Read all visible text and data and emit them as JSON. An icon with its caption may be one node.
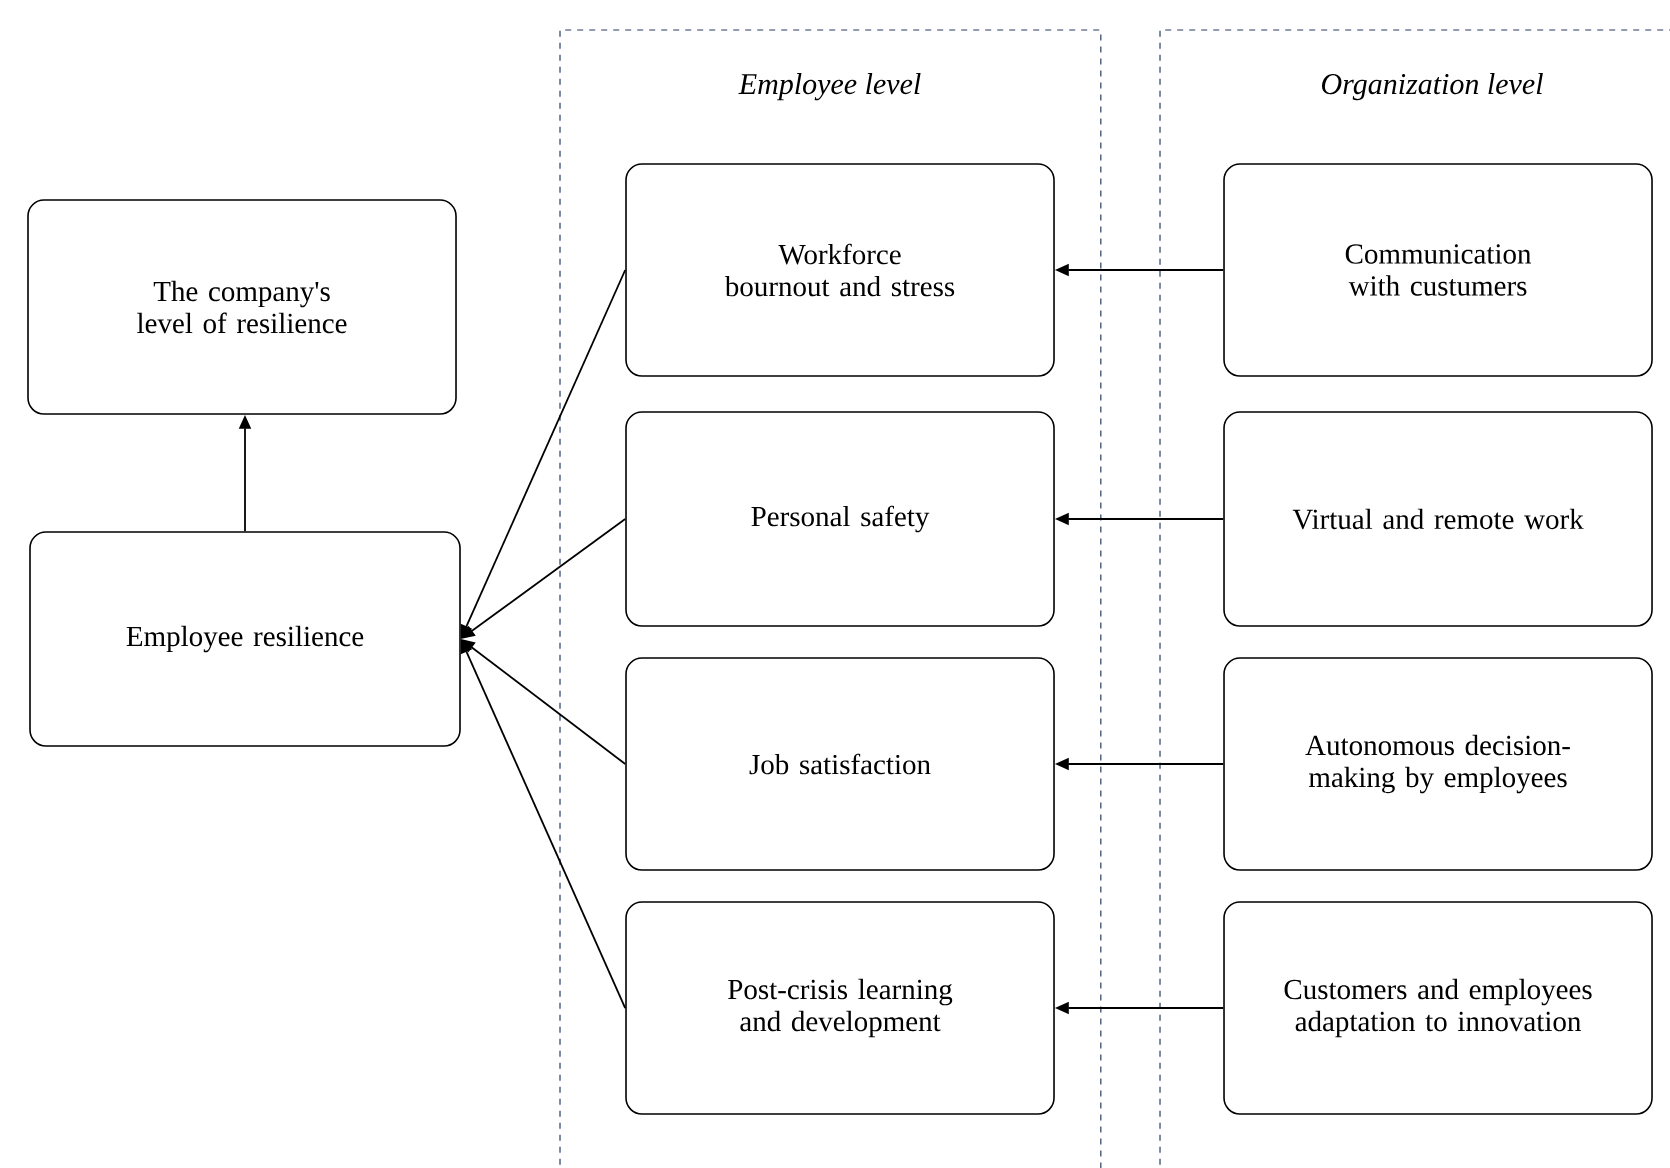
{
  "diagram": {
    "nodes": [
      {
        "text": [
          "The company's level of resilience"
        ]
      },
      {
        "text": [
          "Employee resilience"
        ]
      },
      {
        "text": [
          "Employee level"
        ]
      },
      {
        "text": [
          "Workforce bournout and stress"
        ],
        "in": 2
      },
      {
        "text": [
          "Personal safety"
        ],
        "in": 2
      },
      {
        "text": [
          "Job satisfaction"
        ],
        "in": 2
      },
      {
        "text": [
          "Post-crisis learning and development"
        ],
        "in": 2
      },
      {
        "text": [
          "Organization level"
        ]
      },
      {
        "text": [
          "Communication with custumers"
        ],
        "in": 7
      },
      {
        "text": [
          "Virtual and remote work"
        ],
        "in": 7
      },
      {
        "text": [
          "Autonomous decision-making by employees"
        ],
        "in": 7
      },
      {
        "text": [
          "Customers and employees adaptation to innovation"
        ],
        "in": 7
      }
    ],
    "edges": [
      {
        "from": 1,
        "to": 0,
        "arrow": "to"
      },
      {
        "from": 3,
        "to": 1,
        "arrow": "to"
      },
      {
        "from": 4,
        "to": 1,
        "arrow": "to"
      },
      {
        "from": 5,
        "to": 1,
        "arrow": "to"
      },
      {
        "from": 6,
        "to": 1,
        "arrow": "to"
      },
      {
        "from": 8,
        "to": 3,
        "arrow": "to"
      },
      {
        "from": 9,
        "to": 4,
        "arrow": "to"
      },
      {
        "from": 10,
        "to": 5,
        "arrow": "to"
      },
      {
        "from": 11,
        "to": 6,
        "arrow": "to"
      }
    ]
  }
}
